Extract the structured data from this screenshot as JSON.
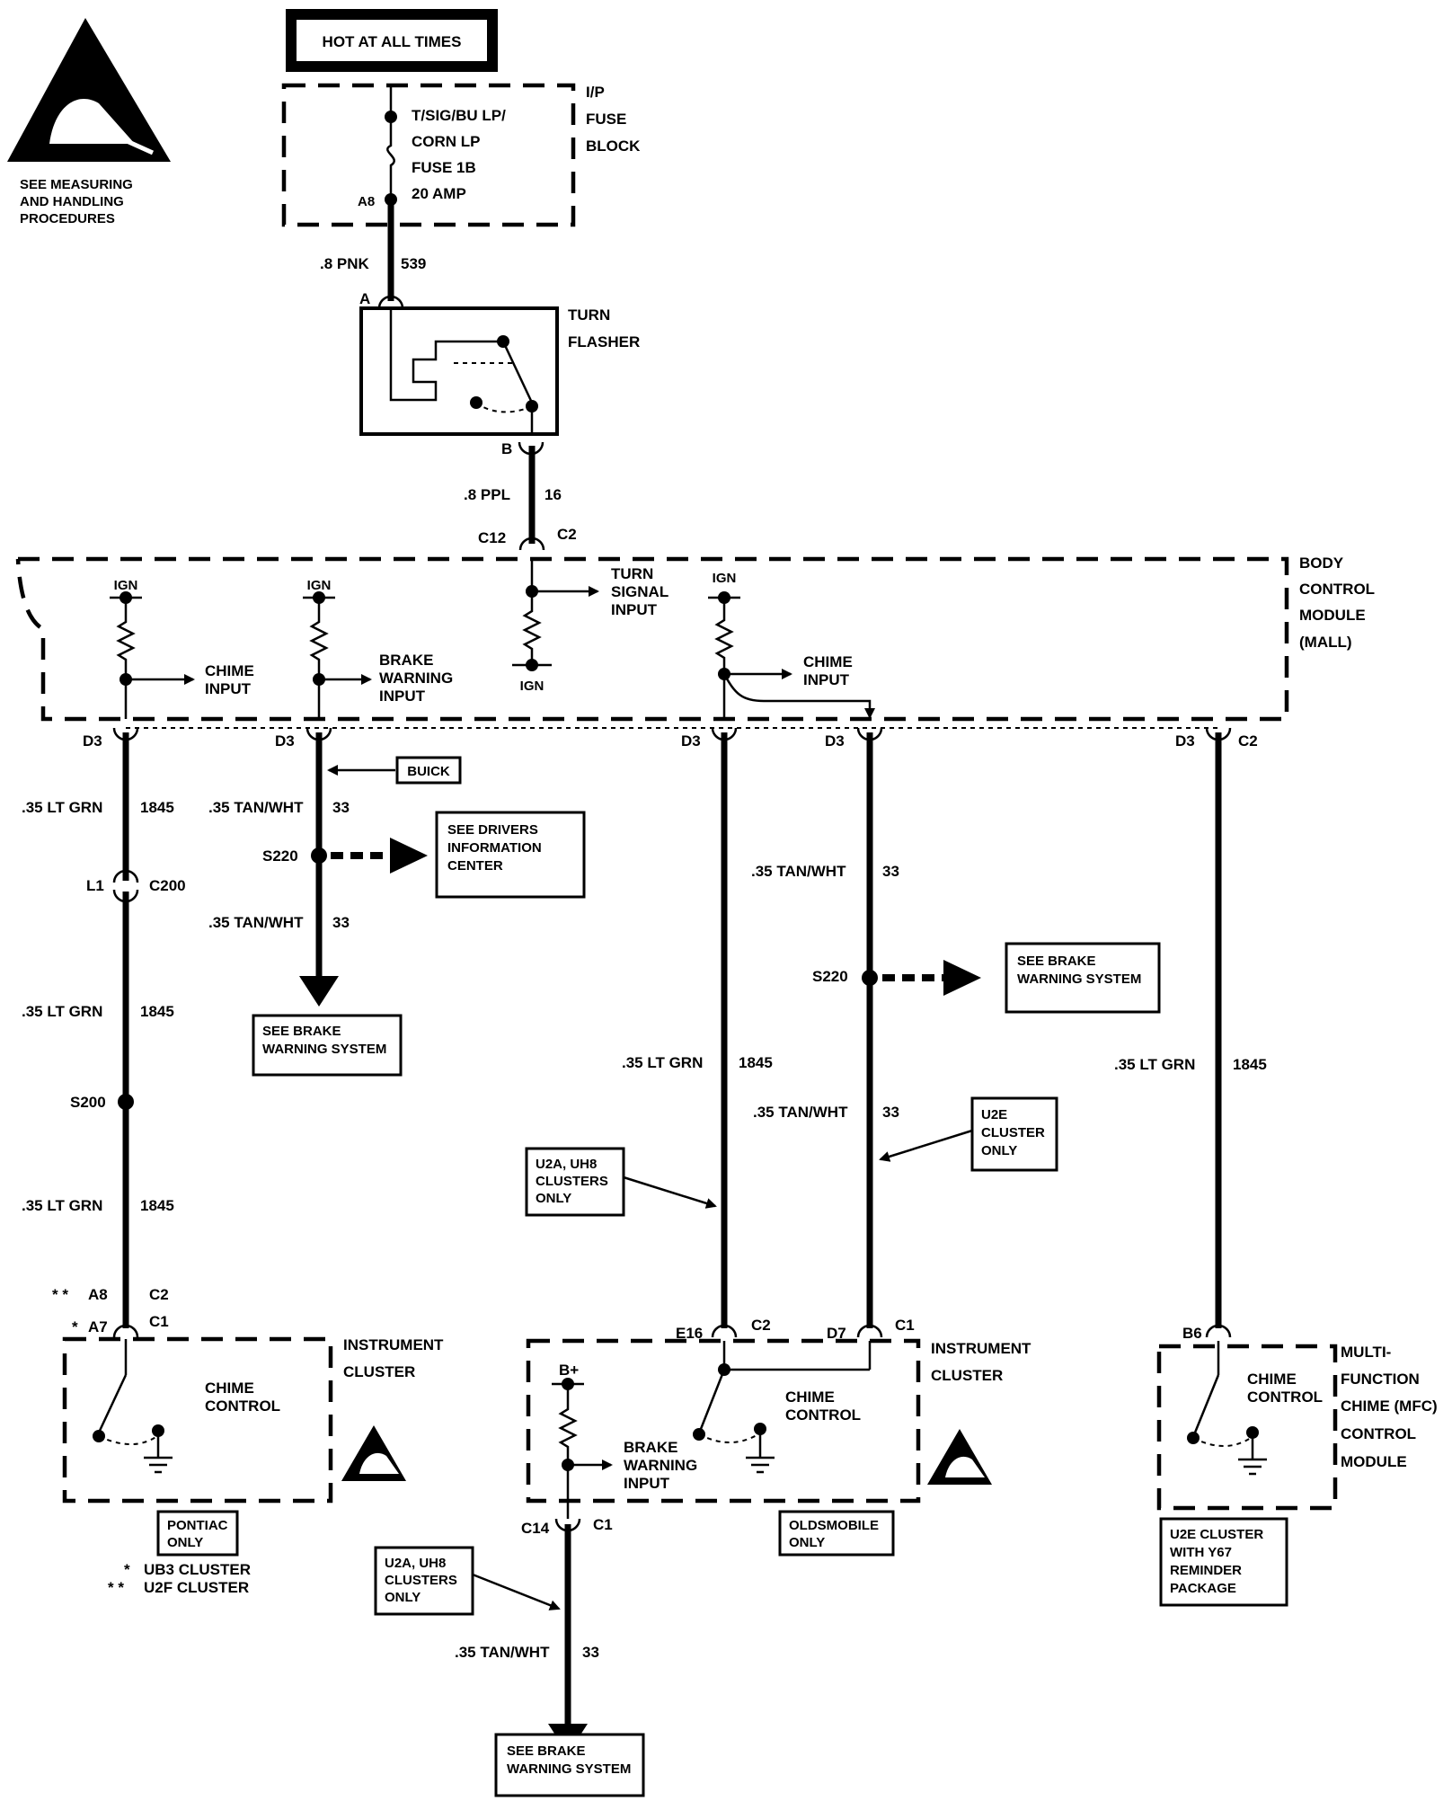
{
  "esd_caution": {
    "lines": [
      "SEE MEASURING",
      "AND HANDLING",
      "PROCEDURES"
    ]
  },
  "header_box": "HOT AT ALL TIMES",
  "fuse_block": {
    "name_lines": [
      "I/P",
      "FUSE",
      "BLOCK"
    ],
    "fuse_lines": [
      "T/SIG/BU LP/",
      "CORN LP",
      "FUSE 1B",
      "20 AMP"
    ],
    "terminal": "A8"
  },
  "wire_539": {
    "size_color": ".8 PNK",
    "circuit": "539",
    "terminal": "A"
  },
  "turn_flasher": {
    "label_lines": [
      "TURN",
      "FLASHER"
    ],
    "terminal_out": "B"
  },
  "wire_16": {
    "size_color": ".8 PPL",
    "circuit": "16",
    "pin": "C12",
    "connector": "C2"
  },
  "bcm": {
    "label_lines": [
      "BODY",
      "CONTROL",
      "MODULE",
      "(MALL)"
    ],
    "ign": "IGN",
    "chime_input_lines": [
      "CHIME",
      "INPUT"
    ],
    "brake_warning_input_lines": [
      "BRAKE",
      "WARNING",
      "INPUT"
    ],
    "turn_signal_input_lines": [
      "TURN",
      "SIGNAL",
      "INPUT"
    ],
    "pin_d3": "D3",
    "connector_c2": "C2"
  },
  "buick_tag": "BUICK",
  "wires": {
    "lt_grn": ".35 LT GRN",
    "lt_grn_circuit": "1845",
    "tan_wht": ".35 TAN/WHT",
    "tan_wht_circuit": "33"
  },
  "splices": {
    "s220": "S220",
    "s200": "S200"
  },
  "connector_l1": {
    "pin": "L1",
    "connector": "C200"
  },
  "refs": {
    "see_dic": [
      "SEE DRIVERS",
      "INFORMATION",
      "CENTER"
    ],
    "see_brake": [
      "SEE BRAKE",
      "WARNING SYSTEM"
    ]
  },
  "notes": {
    "u2a_uh8": [
      "U2A, UH8",
      "CLUSTERS",
      "ONLY"
    ],
    "u2e_cluster_only": [
      "U2E",
      "CLUSTER",
      "ONLY"
    ],
    "pontiac_only": [
      "PONTIAC",
      "ONLY"
    ],
    "oldsmobile_only": [
      "OLDSMOBILE",
      "ONLY"
    ],
    "u2e_y67": [
      "U2E CLUSTER",
      "WITH Y67",
      "REMINDER",
      "PACKAGE"
    ],
    "ub3": "UB3 CLUSTER",
    "u2f": "U2F CLUSTER",
    "single_star": "*",
    "double_star": "* *"
  },
  "left_cluster": {
    "pin_a8": "A8",
    "connector_c2": "C2",
    "pin_a7": "A7",
    "connector_c1": "C1",
    "chime_control_lines": [
      "CHIME",
      "CONTROL"
    ],
    "label_lines": [
      "INSTRUMENT",
      "CLUSTER"
    ]
  },
  "mid_cluster": {
    "pin_e16": "E16",
    "connector_c2": "C2",
    "pin_d7": "D7",
    "connector_c1": "C1",
    "b_plus": "B+",
    "chime_control_lines": [
      "CHIME",
      "CONTROL"
    ],
    "brake_warning_input_lines": [
      "BRAKE",
      "WARNING",
      "INPUT"
    ],
    "pin_c14": "C14",
    "connector_c14": "C1",
    "label_lines": [
      "INSTRUMENT",
      "CLUSTER"
    ]
  },
  "mfc_module": {
    "pin": "B6",
    "chime_control_lines": [
      "CHIME",
      "CONTROL"
    ],
    "label_lines": [
      "MULTI-",
      "FUNCTION",
      "CHIME (MFC)",
      "CONTROL",
      "MODULE"
    ]
  }
}
